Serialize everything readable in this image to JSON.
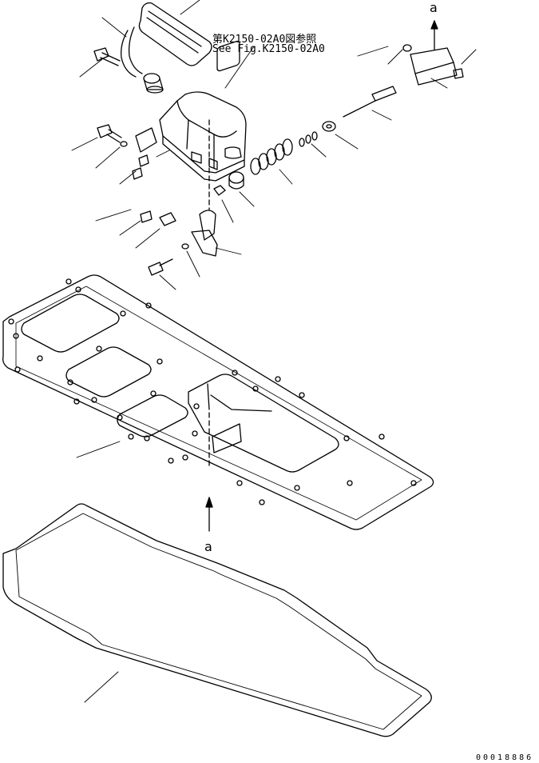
{
  "reference": {
    "japanese": "第K2150-02A0図参照",
    "english": "See Fig.K2150-02A0"
  },
  "view_markers": {
    "top": "a",
    "bottom": "a"
  },
  "document_number": "00018886"
}
